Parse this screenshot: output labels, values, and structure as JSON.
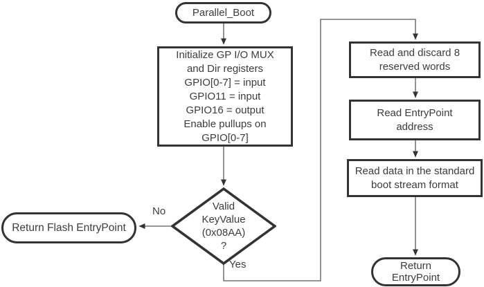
{
  "diagram": {
    "background": "#ffffff",
    "border_color": "#333333",
    "text_color": "#3c3c3c",
    "connector_color": "#595959"
  },
  "nodes": {
    "start": {
      "type": "terminator",
      "label": "Parallel_Boot"
    },
    "init": {
      "type": "process",
      "lines": [
        "Initialize GP I/O MUX",
        "and Dir registers",
        "GPIO[0-7] = input",
        "GPIO11 = input",
        "GPIO16 = output",
        "Enable pullups on",
        "GPIO[0-7]"
      ]
    },
    "decision": {
      "type": "decision",
      "lines": [
        "Valid",
        "KeyValue",
        "(0x08AA)",
        "?"
      ]
    },
    "return_flash": {
      "type": "terminator",
      "label": "Return Flash EntryPoint"
    },
    "read_discard": {
      "type": "process",
      "lines": [
        "Read and discard 8",
        "reserved words"
      ]
    },
    "read_entrypoint": {
      "type": "process",
      "lines": [
        "Read EntryPoint",
        "address"
      ]
    },
    "read_data": {
      "type": "process",
      "lines": [
        "Read data in the standard",
        "boot stream format"
      ]
    },
    "return_entrypoint": {
      "type": "terminator",
      "lines": [
        "Return",
        "EntryPoint"
      ]
    }
  },
  "edge_labels": {
    "yes": "Yes",
    "no": "No"
  }
}
